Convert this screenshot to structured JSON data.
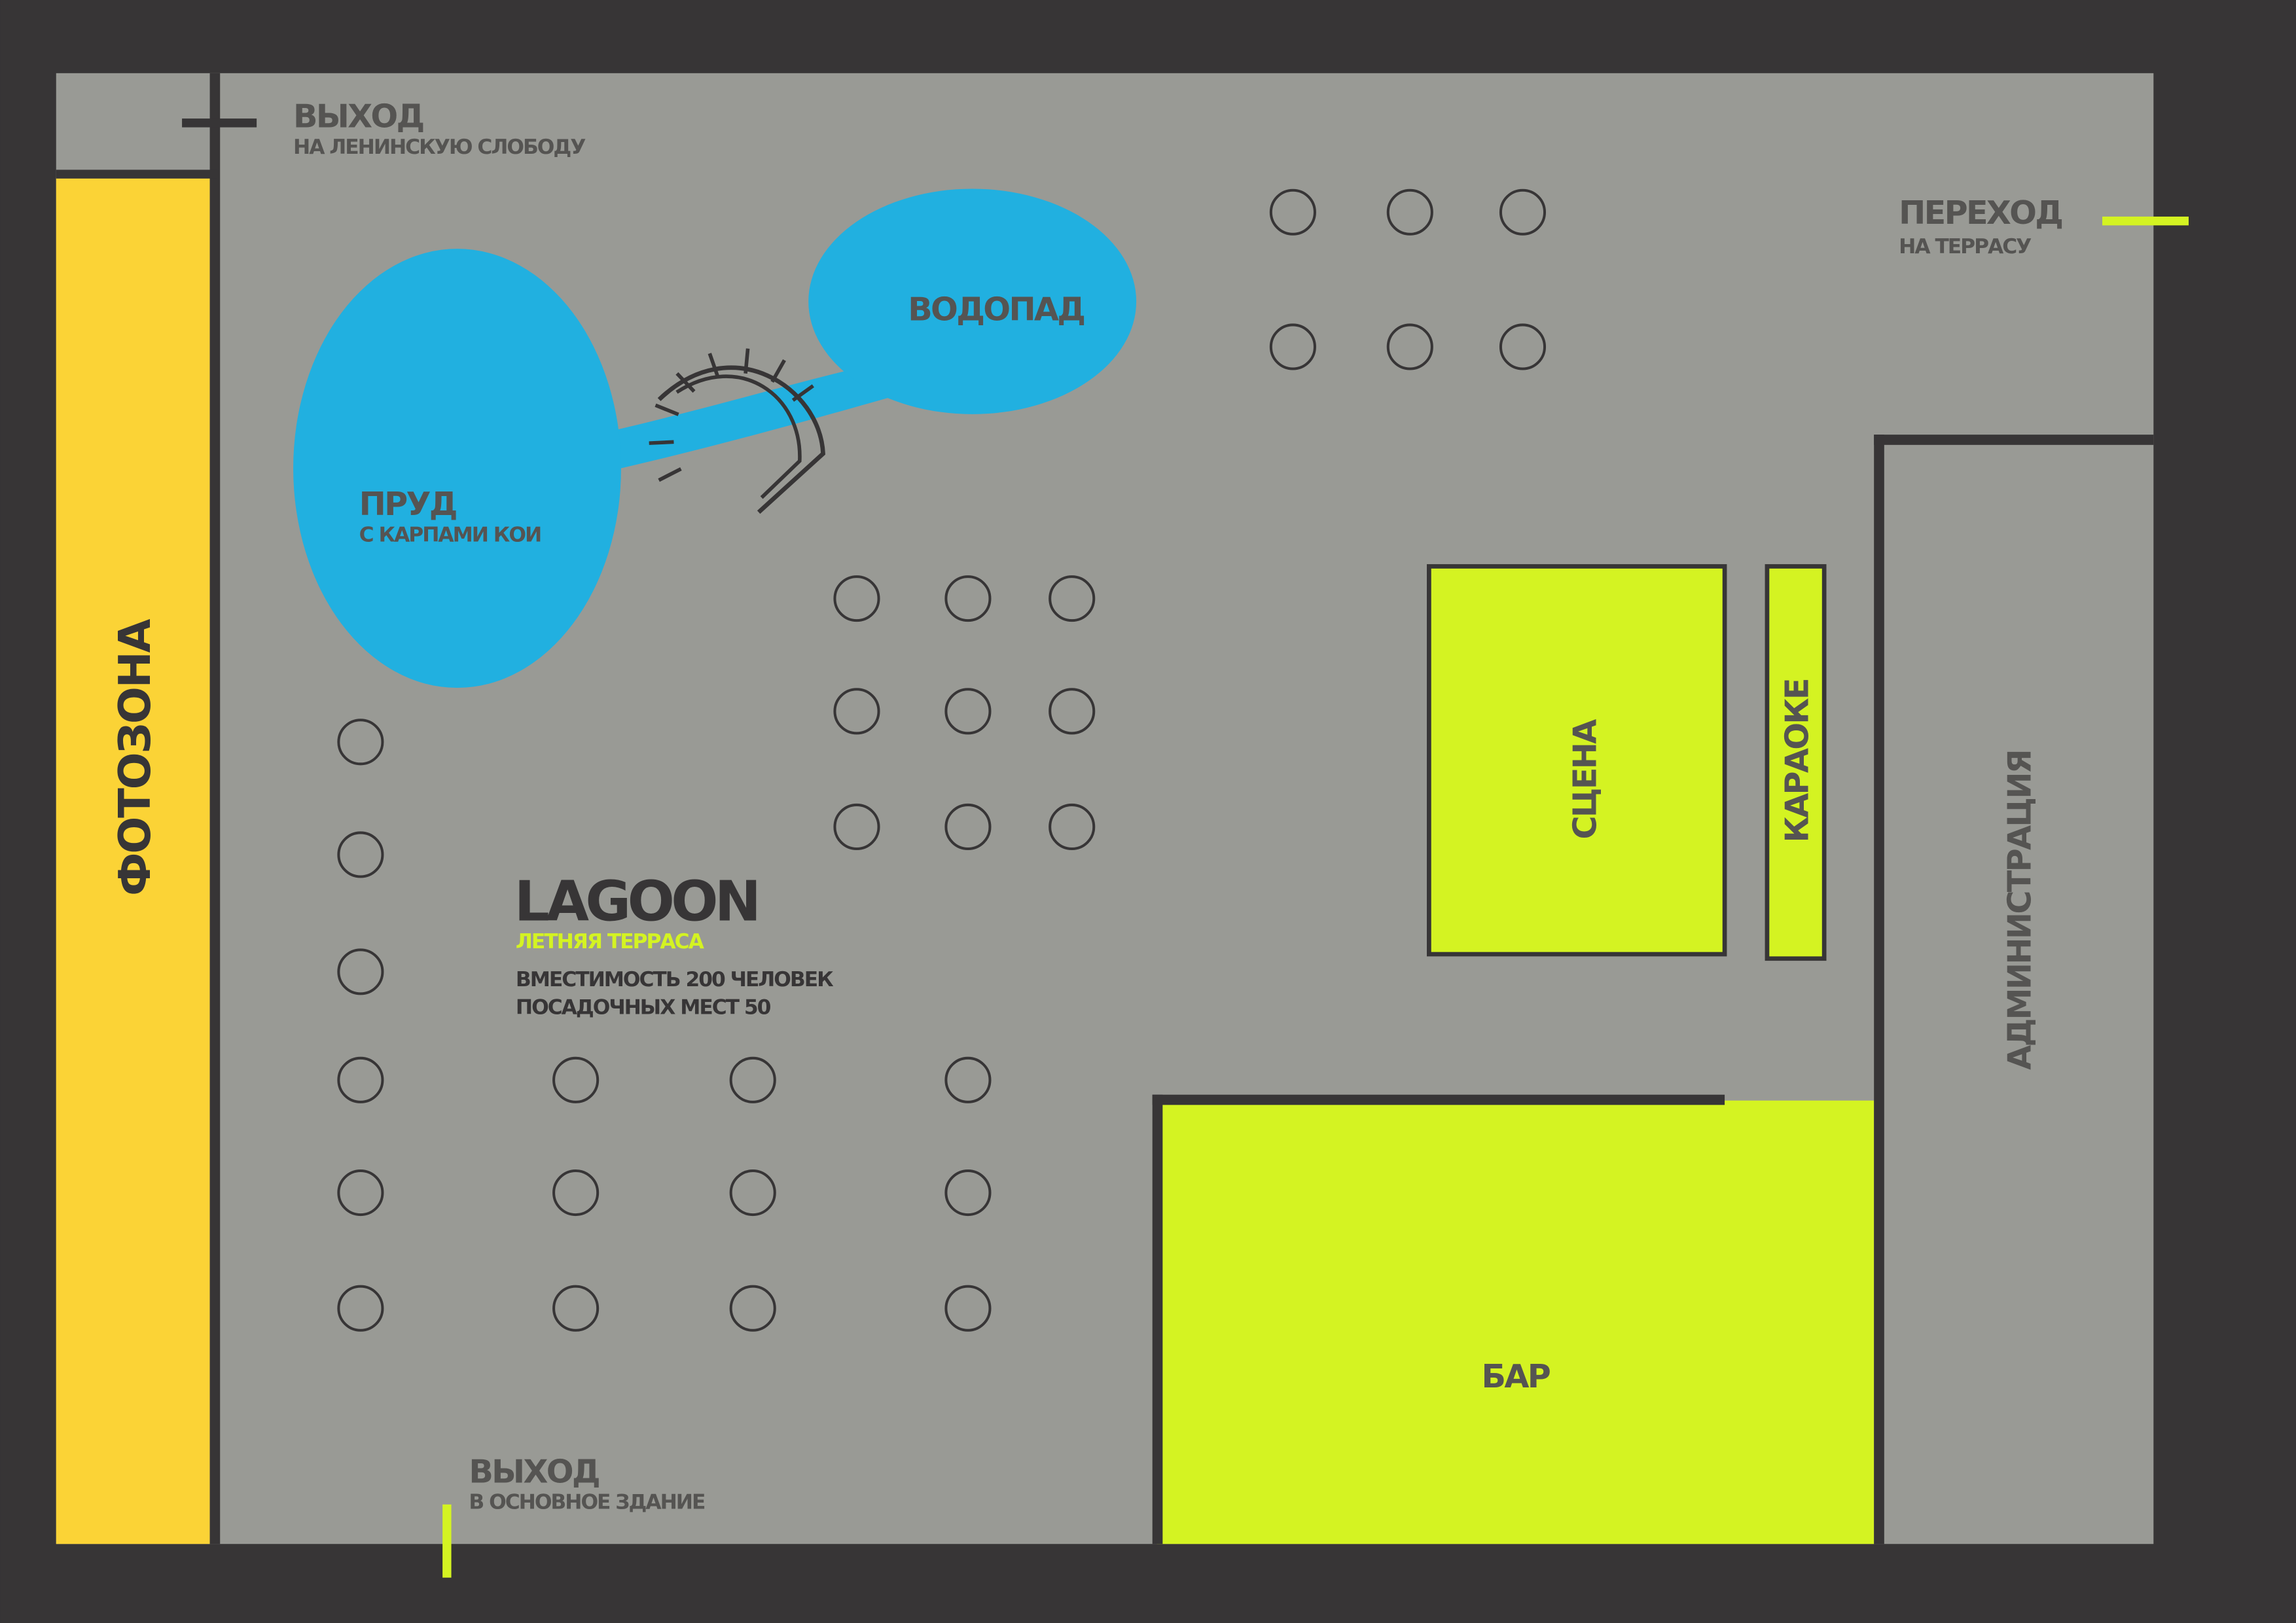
{
  "colors": {
    "background": "#373536",
    "floor": "#999a95",
    "photozone": "#fbd336",
    "accent": "#d4f322",
    "water": "#21b0e0",
    "text": "#555452",
    "wall": "#373536"
  },
  "venue": {
    "name": "LAGOON",
    "subtitle": "ЛЕТНЯЯ ТЕРРАСА",
    "capacity": "ВМЕСТИМОСТЬ 200 ЧЕЛОВЕК",
    "seats": "ПОСАДОЧНЫХ МЕСТ 50"
  },
  "exits": {
    "top": {
      "title": "ВЫХОД",
      "subtitle": "НА ЛЕНИНСКУЮ СЛОБОДУ"
    },
    "bottom": {
      "title": "ВЫХОД",
      "subtitle": "В ОСНОВНОЕ ЗДАНИЕ"
    },
    "terrace": {
      "title": "ПЕРЕХОД",
      "subtitle": "НА ТЕРРАСУ"
    }
  },
  "zones": {
    "photozone": "ФОТОЗОНА",
    "pond": {
      "title": "ПРУД",
      "subtitle": "С КАРПАМИ КОИ"
    },
    "waterfall": "ВОДОПАД",
    "stage": "СЦЕНА",
    "karaoke": "КАРАОКЕ",
    "bar": "БАР",
    "administration": "АДМИНИСТРАЦИЯ"
  },
  "table_count": 30
}
